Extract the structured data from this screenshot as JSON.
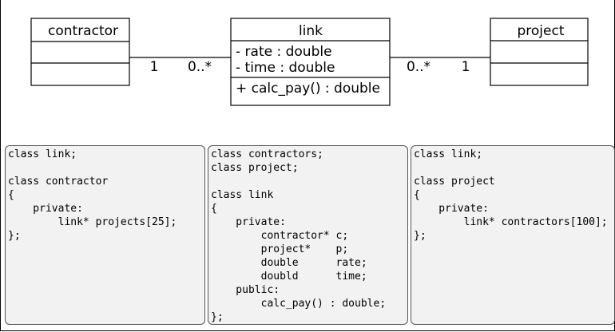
{
  "diagram": {
    "classes": {
      "contractor": {
        "name": "contractor",
        "attributes": [],
        "operations": []
      },
      "link": {
        "name": "link",
        "attributes": [
          "- rate : double",
          "- time : double"
        ],
        "operations": [
          "+ calc_pay() : double"
        ]
      },
      "project": {
        "name": "project",
        "attributes": [],
        "operations": []
      }
    },
    "associations": [
      {
        "from": "contractor",
        "to": "link",
        "from_multiplicity": "1",
        "to_multiplicity": "0..*"
      },
      {
        "from": "link",
        "to": "project",
        "from_multiplicity": "0..*",
        "to_multiplicity": "1"
      }
    ]
  },
  "code_panels": [
    "class link;\n\nclass contractor\n{\n    private:\n        link* projects[25];\n};",
    "class contractors;\nclass project;\n\nclass link\n{\n    private:\n        contractor* c;\n        project*    p;\n        double      rate;\n        doubld      time;\n    public:\n        calc_pay() : double;\n};",
    "class link;\n\nclass project\n{\n    private:\n        link* contractors[100];\n};"
  ]
}
